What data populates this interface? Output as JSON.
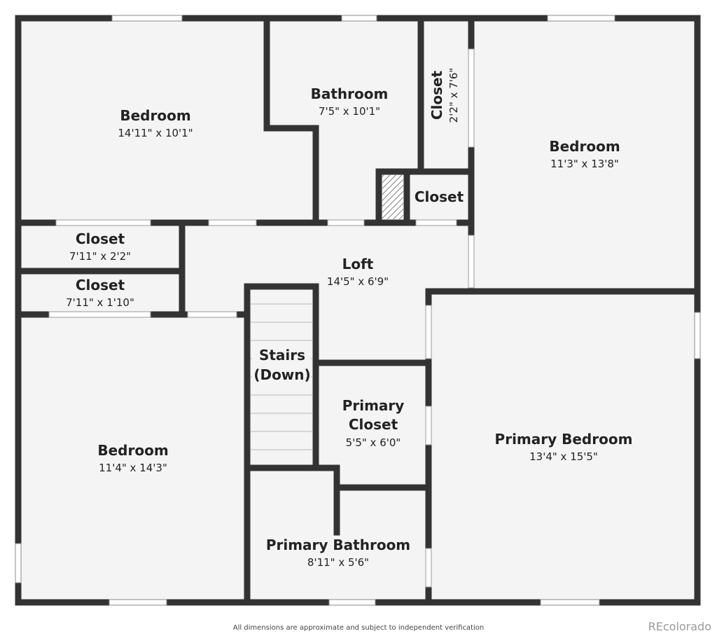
{
  "colors": {
    "wall": "#333333",
    "floor": "#f4f4f4",
    "opening": "#ffffff",
    "text": "#222222"
  },
  "rooms": [
    {
      "name": "Bedroom",
      "dims": "14'11\" x 10'1\""
    },
    {
      "name": "Bathroom",
      "dims": "7'5\" x 10'1\""
    },
    {
      "name": "Closet",
      "dims": "2'2\" x 7'6\""
    },
    {
      "name": "Bedroom",
      "dims": "11'3\" x 13'8\""
    },
    {
      "name": "Closet",
      "dims": ""
    },
    {
      "name": "Closet",
      "dims": "7'11\" x 2'2\""
    },
    {
      "name": "Loft",
      "dims": "14'5\" x 6'9\""
    },
    {
      "name": "Closet",
      "dims": "7'11\" x 1'10\""
    },
    {
      "name": "Stairs",
      "name2": "(Down)"
    },
    {
      "name": "Primary",
      "name2": "Closet",
      "dims": "5'5\" x 6'0\""
    },
    {
      "name": "Primary Bedroom",
      "dims": "13'4\" x 15'5\""
    },
    {
      "name": "Bedroom",
      "dims": "11'4\" x 14'3\""
    },
    {
      "name": "Primary Bathroom",
      "dims": "8'11\" x 5'6\""
    }
  ],
  "footer": {
    "disclaimer": "All dimensions are approximate and subject to independent verification",
    "brand": "REcolorado"
  }
}
